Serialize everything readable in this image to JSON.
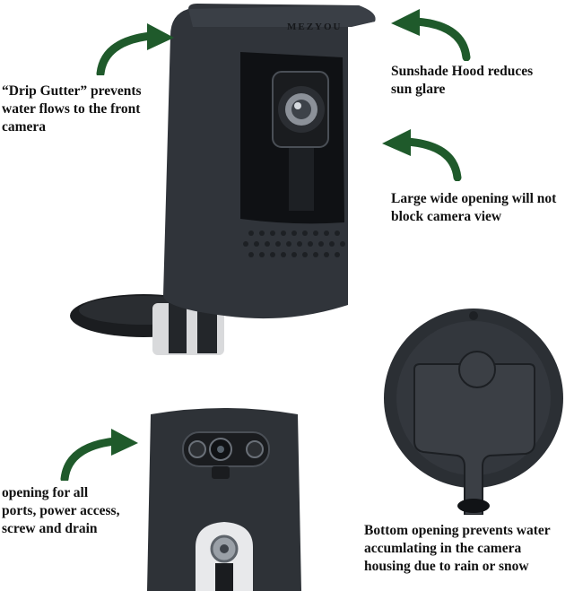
{
  "brand_mark": "MEZYOU",
  "colors": {
    "arrow": "#1f5a2b",
    "cover": "#30343a",
    "cover_dark": "#1d2024",
    "caption_text": "#111111"
  },
  "icons": {
    "arrow": "curved-arrow",
    "camera": "security-camera-with-silicone-cover"
  },
  "callouts": {
    "drip_gutter": {
      "lines": [
        "“Drip Gutter” prevents",
        "water flows to the front",
        "camera"
      ]
    },
    "sunshade": {
      "lines": [
        "Sunshade Hood reduces",
        "sun glare"
      ]
    },
    "wide_opening": {
      "lines": [
        "Large wide opening will not",
        "block camera view"
      ]
    },
    "ports_opening": {
      "lines": [
        "opening for all",
        "ports, power access,",
        "screw and drain"
      ]
    },
    "bottom_opening": {
      "lines": [
        "Bottom opening prevents water",
        "accumlating in the camera",
        "housing due to rain or snow"
      ]
    }
  }
}
